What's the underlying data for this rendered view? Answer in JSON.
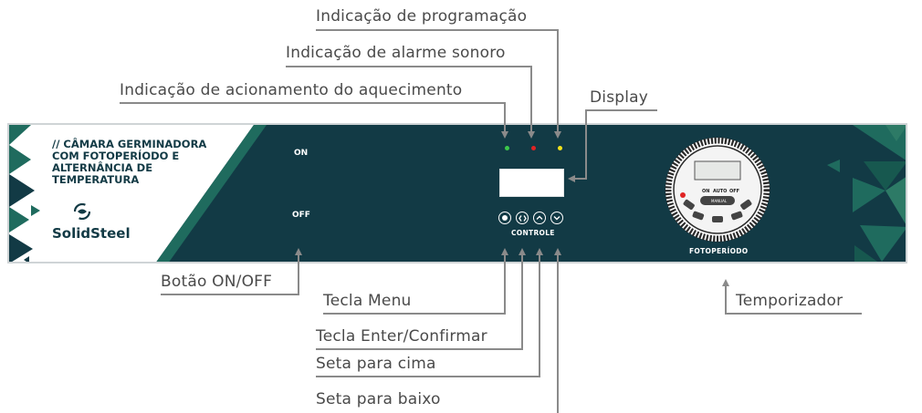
{
  "callouts": {
    "programacao": "Indicação de programação",
    "alarme": "Indicação de alarme sonoro",
    "aquecimento": "Indicação de acionamento do aquecimento",
    "display": "Display",
    "botao_on_off": "Botão ON/OFF",
    "tecla_menu": "Tecla Menu",
    "tecla_enter": "Tecla Enter/Confirmar",
    "seta_cima": "Seta para cima",
    "seta_baixo": "Seta para baixo",
    "temporizador": "Temporizador"
  },
  "panel": {
    "title": "// CÂMARA GERMINADORA COM FOTOPERÍODO E ALTERNÂNCIA DE TEMPERATURA",
    "brand": "SolidSteel",
    "switch_on": "ON",
    "switch_off": "OFF",
    "controls_label": "CONTROLE",
    "timer_label": "FOTOPERÍODO",
    "timer_modes": [
      "ON",
      "AUTO",
      "OFF"
    ],
    "timer_manual": "MANUAL"
  },
  "colors": {
    "panel_bg": "#123a45",
    "accent_green": "#1f6b5e",
    "led_heating": "#3cc84a",
    "led_alarm": "#e02424",
    "led_program": "#f2e21b",
    "leader_line": "#8a8a8a"
  },
  "icons": {
    "menu": "circle-dot-icon",
    "enter": "enter-arrows-icon",
    "up": "chevron-up-icon",
    "down": "chevron-down-icon",
    "brand": "solidsteel-logo-icon"
  }
}
